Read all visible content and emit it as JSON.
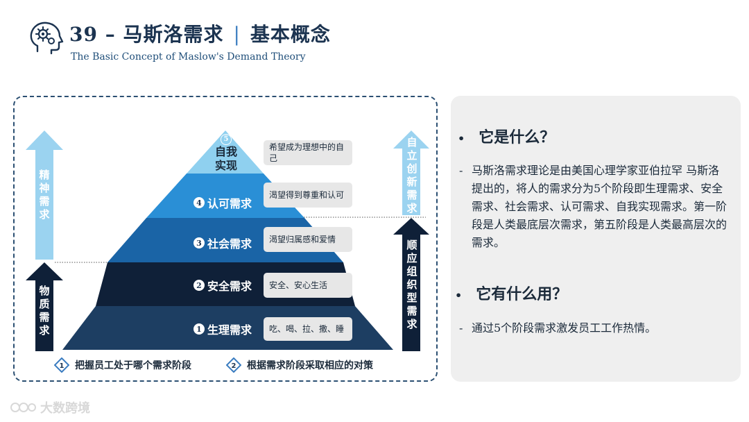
{
  "header": {
    "title": "39 – 马斯洛需求",
    "separator": "|",
    "subtitle_cn": "基本概念",
    "subtitle_en": "The Basic Concept of Maslow's Demand Theory"
  },
  "pyramid": {
    "levels": [
      {
        "num": "5",
        "label": "自我\n实现",
        "desc": "希望成为理想中的自己",
        "color": "#8fd0ef"
      },
      {
        "num": "4",
        "label": "认可需求",
        "desc": "渴望得到尊重和认可",
        "color": "#2a8fd6"
      },
      {
        "num": "3",
        "label": "社会需求",
        "desc": "渴望归属感和爱情",
        "color": "#1a64a6"
      },
      {
        "num": "2",
        "label": "安全需求",
        "desc": "安全、安心生活",
        "color": "#0f2038"
      },
      {
        "num": "1",
        "label": "生理需求",
        "desc": "吃、喝、拉、撒、睡",
        "color": "#1d3e62"
      }
    ],
    "left_top_arrow": "精神需求",
    "left_bottom_arrow": "物质需求",
    "right_top_arrow": "自立创新需求",
    "right_bottom_arrow": "顺应组织型需求",
    "colors": {
      "light_arrow": "#9bd3f0",
      "dark_arrow": "#0f2038"
    }
  },
  "footer_items": [
    {
      "num": "1",
      "text": "把握员工处于哪个需求阶段"
    },
    {
      "num": "2",
      "text": "根据需求阶段采取相应的对策"
    }
  ],
  "panel": {
    "q1": "它是什么？",
    "a1": "马斯洛需求理论是由美国心理学家亚伯拉罕 马斯洛提出的，将人的需求分为5个阶段即生理需求、安全需求、社会需求、认可需求、自我实现需求。第一阶段是人类最底层次需求，第五阶段是人类最高层次的需求。",
    "q2": "它有什么用？",
    "a2": "通过5个阶段需求激发员工工作热情。",
    "bullet": "•",
    "dash": "-"
  },
  "watermark": "大数跨境"
}
